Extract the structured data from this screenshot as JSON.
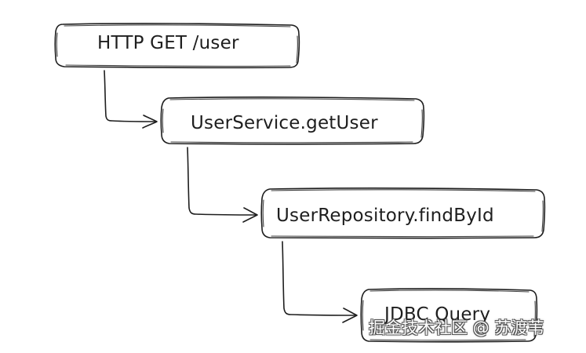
{
  "nodes": [
    {
      "id": "http",
      "label": "HTTP GET /user"
    },
    {
      "id": "service",
      "label": "UserService.getUser"
    },
    {
      "id": "repository",
      "label": "UserRepository.findById"
    },
    {
      "id": "jdbc",
      "label": "JDBC Query"
    }
  ],
  "edges": [
    {
      "from": "http",
      "to": "service"
    },
    {
      "from": "service",
      "to": "repository"
    },
    {
      "from": "repository",
      "to": "jdbc"
    }
  ],
  "watermark": "掘金技术社区 @ 苏渡苇",
  "colors": {
    "stroke": "#1e1e1e",
    "background": "#ffffff"
  }
}
